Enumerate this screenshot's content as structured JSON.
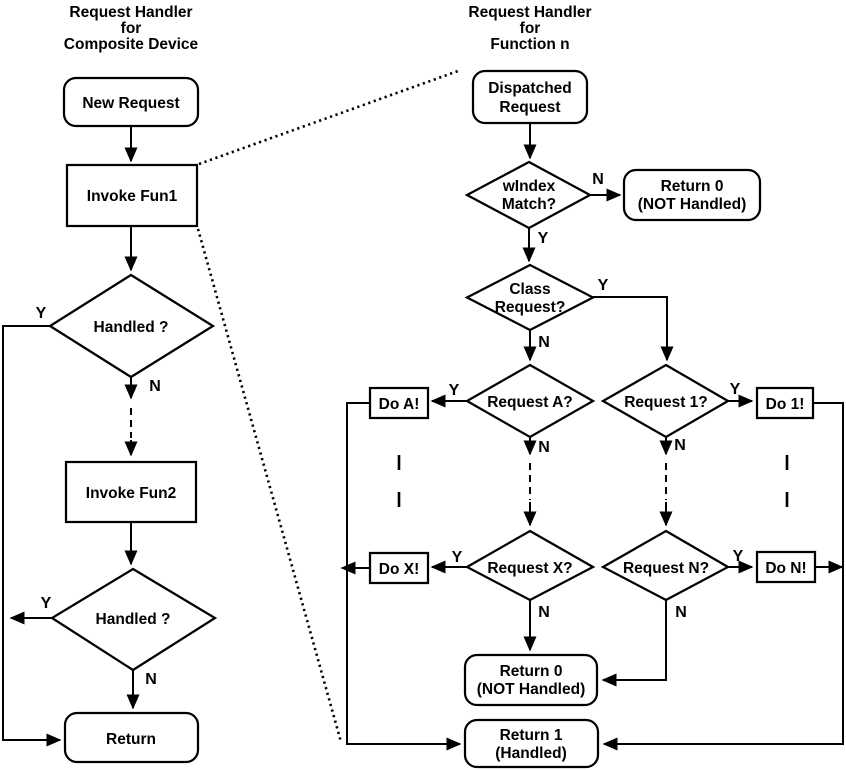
{
  "colors": {
    "ink": "#000000",
    "background": "#ffffff"
  },
  "left_chart": {
    "title_lines": [
      "Request Handler",
      "for",
      "Composite Device"
    ],
    "nodes": {
      "new_request": "New Request",
      "invoke_fun1": "Invoke Fun1",
      "handled_1": "Handled ?",
      "invoke_fun2": "Invoke Fun2",
      "handled_2": "Handled ?",
      "return": "Return"
    }
  },
  "right_chart": {
    "title_lines": [
      "Request Handler",
      "for",
      "Function n"
    ],
    "nodes": {
      "dispatched_request": [
        "Dispatched",
        "Request"
      ],
      "windex_match": [
        "wIndex",
        "Match?"
      ],
      "return_0_top": [
        "Return 0",
        "(NOT Handled)"
      ],
      "class_request": [
        "Class",
        "Request?"
      ],
      "request_a": "Request A?",
      "request_1": "Request 1?",
      "do_a": "Do A!",
      "do_1": "Do 1!",
      "request_x": "Request X?",
      "request_n": "Request N?",
      "do_x": "Do X!",
      "do_n": "Do N!",
      "return_0_bottom": [
        "Return 0",
        "(NOT Handled)"
      ],
      "return_1": [
        "Return 1",
        "(Handled)"
      ]
    }
  },
  "branch_labels": {
    "yes": "Y",
    "no": "N"
  }
}
